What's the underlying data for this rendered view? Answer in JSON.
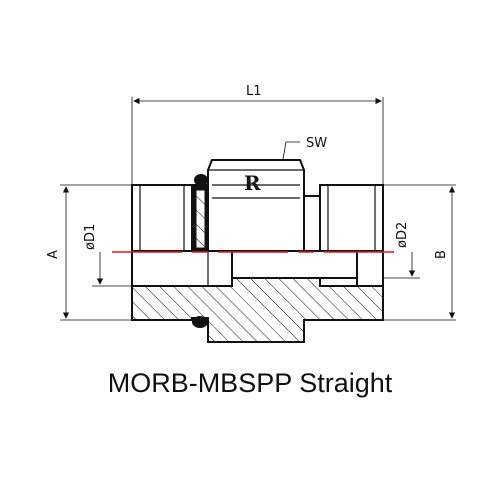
{
  "drawing": {
    "title": "MORB-MBSPP Straight",
    "brand_mark": "R",
    "dimensions": {
      "L1": "L1",
      "SW": "SW",
      "A": "A",
      "B": "B",
      "D1": "øD1",
      "D2": "øD2"
    }
  },
  "colors": {
    "outline": "#111111",
    "centerline": "#e01818",
    "oring": "#111111"
  }
}
